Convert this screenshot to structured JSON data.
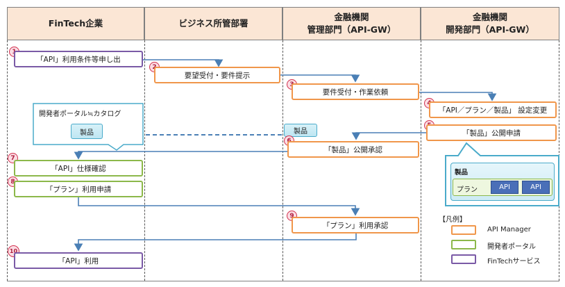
{
  "lanes": [
    {
      "label": "FinTech企業"
    },
    {
      "label": "ビジネス所管部署"
    },
    {
      "label": "金融機関\n管理部門（API-GW）"
    },
    {
      "label": "金融機関\n開発部門（API-GW）"
    }
  ],
  "steps": [
    {
      "num": "1",
      "label": "「API」利用条件等申し出"
    },
    {
      "num": "2",
      "label": "要望受付・要件提示"
    },
    {
      "num": "3",
      "label": "要件受付・作業依頼"
    },
    {
      "num": "4",
      "label": "「API／プラン／製品」 設定変更"
    },
    {
      "num": "5",
      "label": "「製品」公開申請"
    },
    {
      "num": "6",
      "label": "「製品」公開承認"
    },
    {
      "num": "7",
      "label": "「API」仕様確認"
    },
    {
      "num": "8",
      "label": "「プラン」利用申請"
    },
    {
      "num": "9",
      "label": "「プラン」利用承認"
    },
    {
      "num": "10",
      "label": "「API」利用"
    }
  ],
  "portal": {
    "title": "開発者ポータル≒カタログ",
    "product_chip": "製品"
  },
  "published_chip": "製品",
  "product_panel": {
    "title": "製品",
    "plan": "プラン",
    "api1": "API",
    "api2": "API"
  },
  "legend": {
    "title": "【凡例】",
    "items": [
      {
        "label": "API Manager",
        "color": "#f0964a"
      },
      {
        "label": "開発者ポータル",
        "color": "#8cb84a"
      },
      {
        "label": "FinTechサービス",
        "color": "#7a5aa6"
      }
    ]
  },
  "colors": {
    "orange": "#f0964a",
    "green": "#8cb84a",
    "purple": "#7a5aa6",
    "arrow": "#4a7fb5",
    "header": "#fbe6d5"
  }
}
